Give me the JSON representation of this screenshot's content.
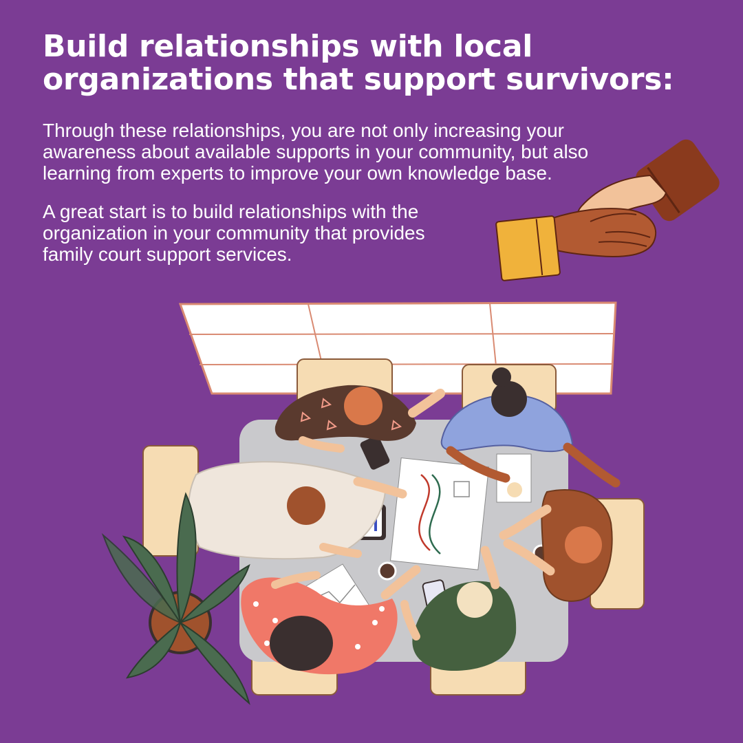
{
  "heading": "Build relationships with local organizations that support survivors:",
  "paragraphs": [
    "Through these relationships, you are not only increasing your\nawareness about available supports in your community, but also\nlearning from experts to improve your own knowledge base.",
    "A great start is to build relationships with the\norganization in your community that provides\nfamily court support services."
  ],
  "colors": {
    "background": "#7b3c94",
    "text": "#ffffff",
    "table": "#c9c9cc",
    "chair": "#f6dcb3",
    "plant_leaf": "#4a6b4f",
    "sleeve_brown": "#8a3a1d",
    "sleeve_yellow": "#f0b23b"
  },
  "illustration": {
    "subject": "handshake-and-team-meeting-around-table",
    "icons": [
      "handshake-icon",
      "window-icon",
      "meeting-table-icon",
      "plant-icon"
    ]
  }
}
